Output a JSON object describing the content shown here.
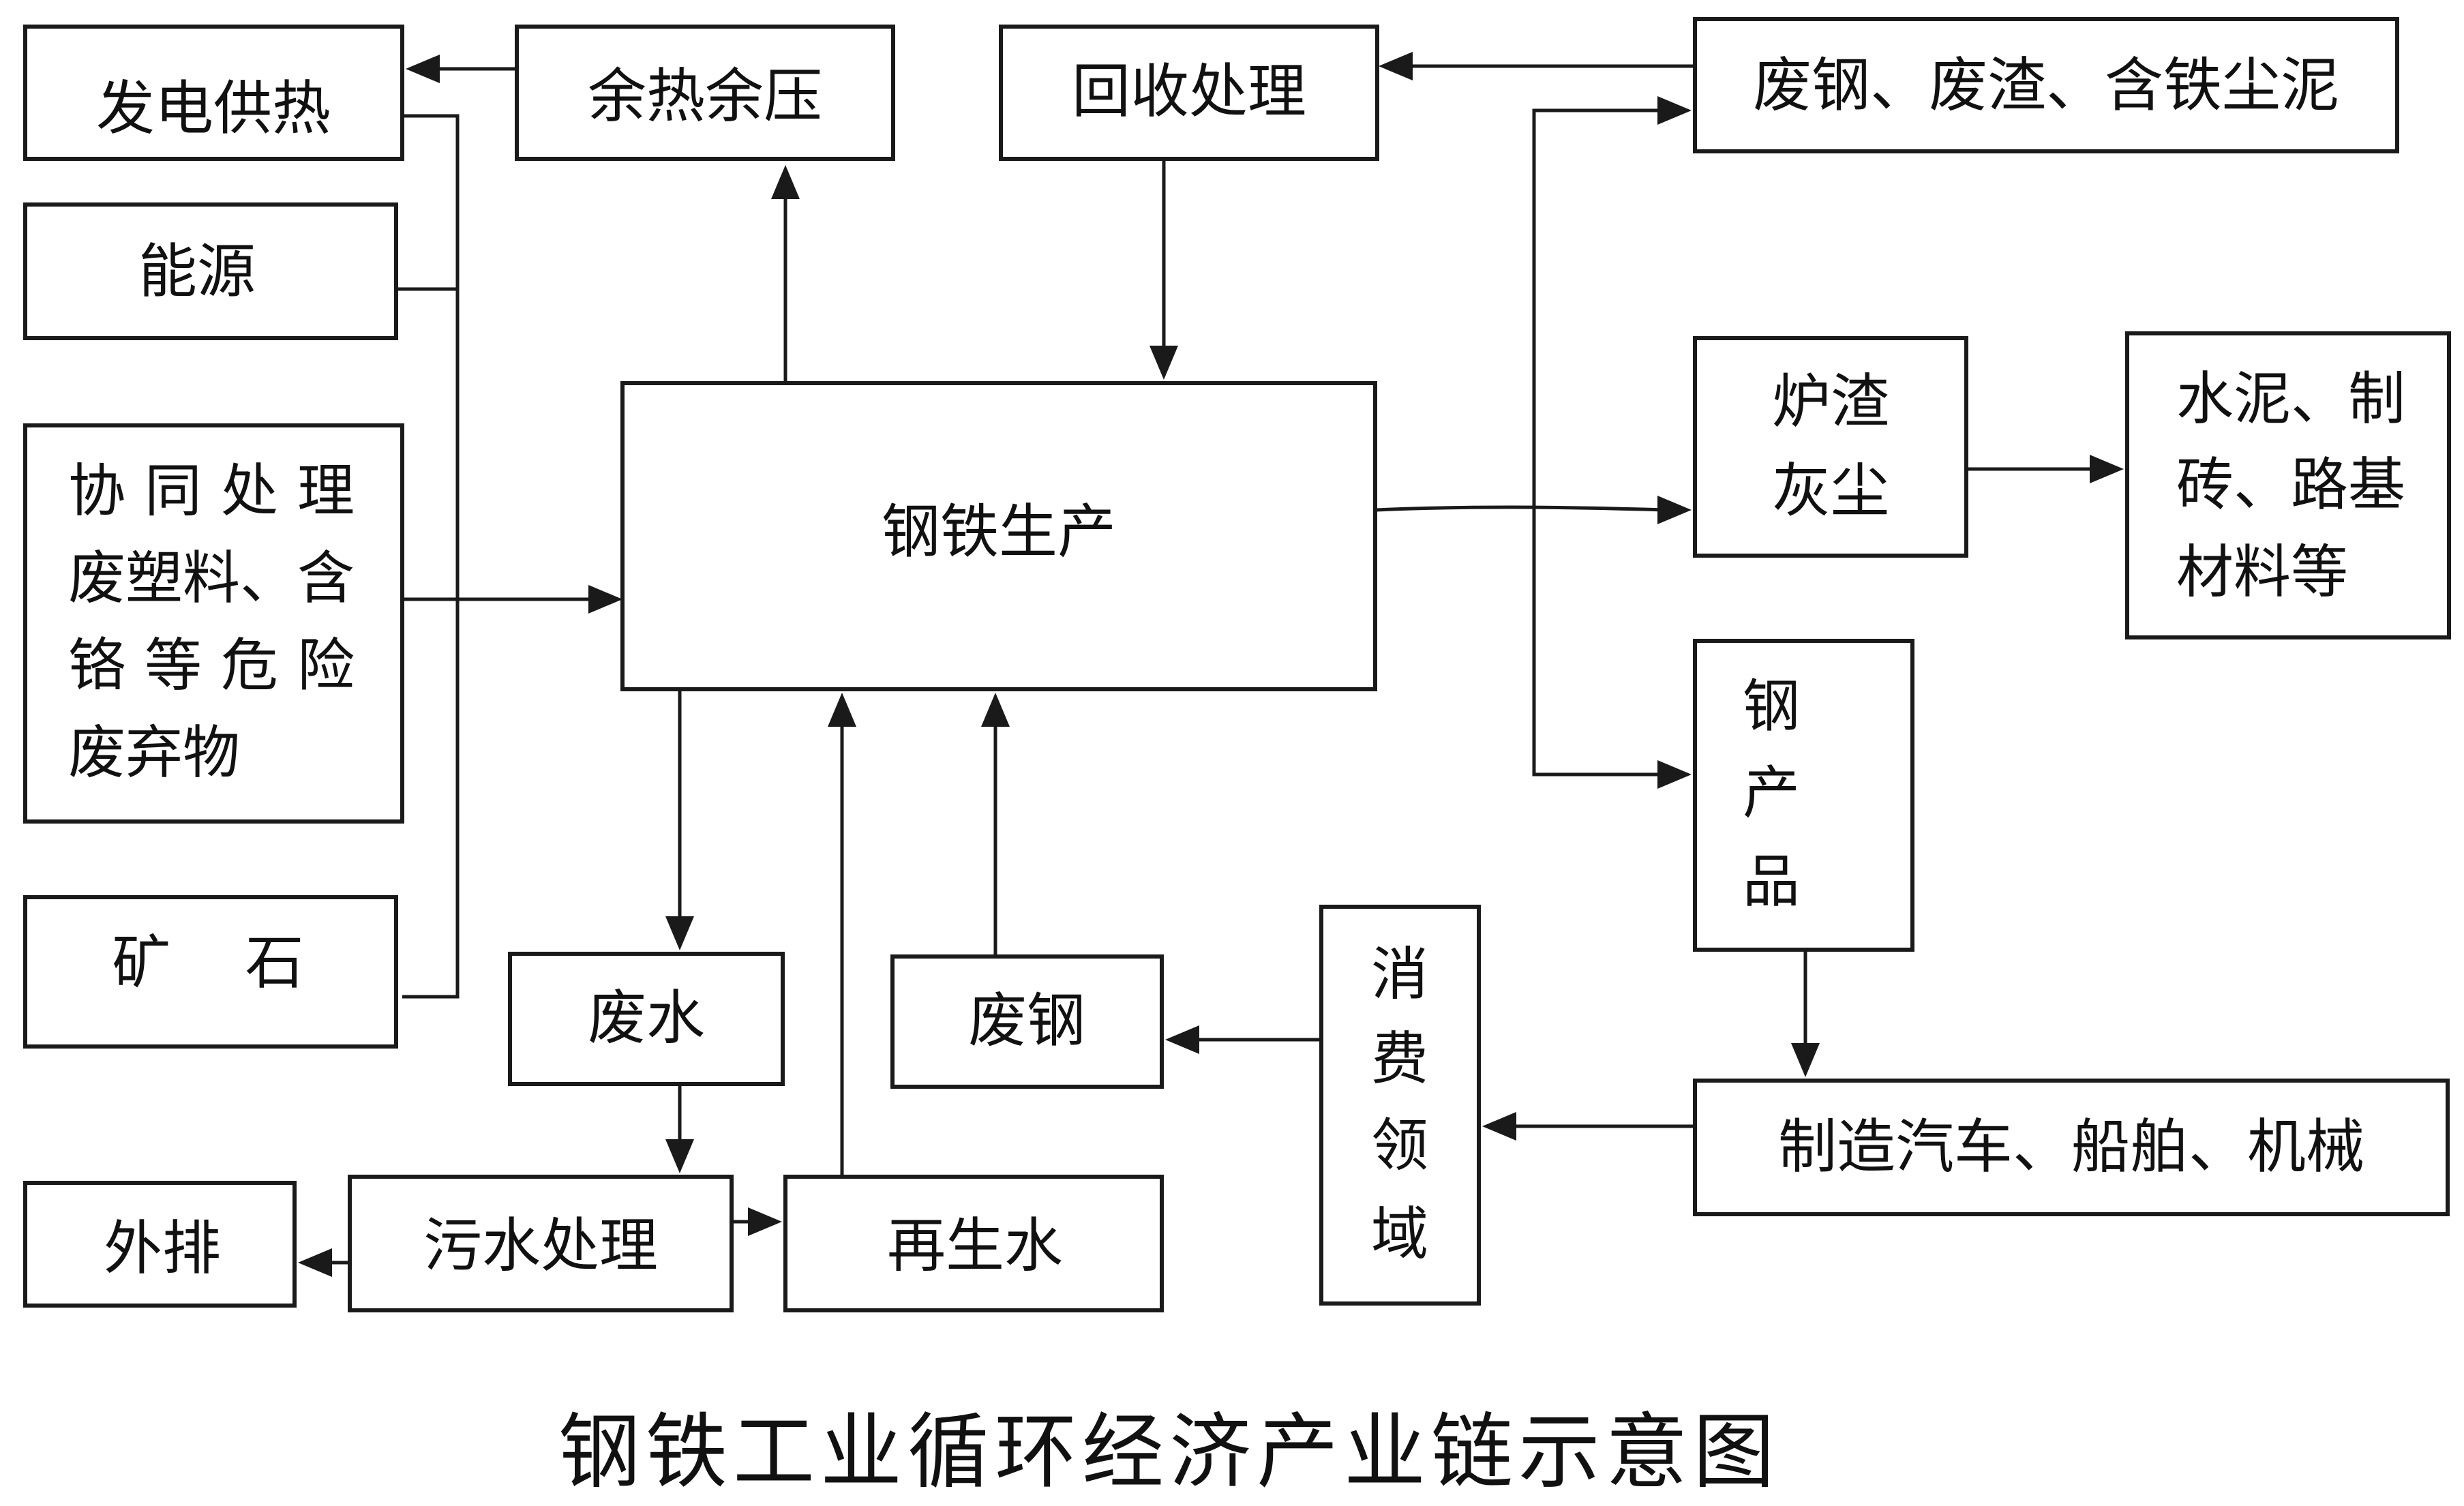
{
  "nodes": {
    "power_heat": "发电供热",
    "waste_heat_pressure": "余热余压",
    "recycling": "回收处理",
    "scrap_slag_dust": "废钢、废渣、含铁尘泥",
    "energy": "能源",
    "coprocess": [
      "协同处理",
      "废塑料、含",
      "铬等危险",
      "废弃物"
    ],
    "ore": "矿    石",
    "steel_production": "钢铁生产",
    "slag_ash": [
      "炉渣",
      "灰尘"
    ],
    "cement_materials": [
      "水泥、制",
      "砖、路基",
      "材料等"
    ],
    "steel_products": [
      "钢",
      "产",
      "品"
    ],
    "wastewater": "废水",
    "scrap_steel": "废钢",
    "consumption": [
      "消",
      "费",
      "领",
      "域"
    ],
    "manufacturing": "制造汽车、船舶、机械",
    "discharge": "外排",
    "sewage_treatment": "污水处理",
    "recycled_water": "再生水"
  },
  "caption": "钢铁工业循环经济产业链示意图"
}
